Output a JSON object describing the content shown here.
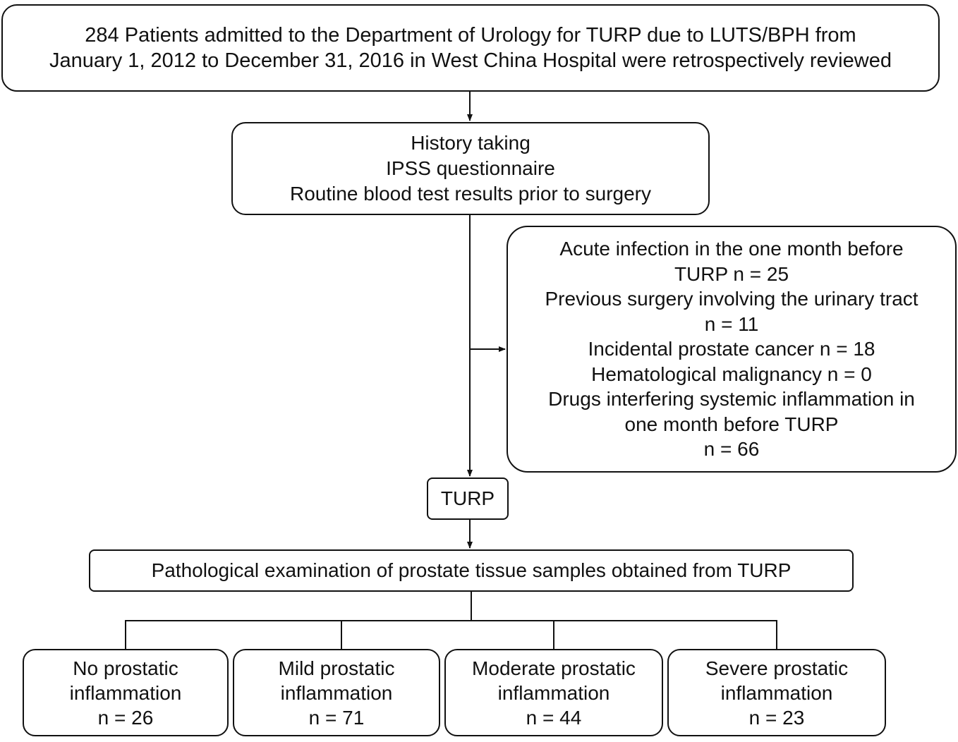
{
  "top_box": {
    "lines": [
      "284 Patients admitted to the Department of Urology for TURP due to LUTS/BPH from",
      "January 1, 2012 to December 31, 2016 in West China Hospital were retrospectively reviewed"
    ]
  },
  "screening_box": {
    "lines": [
      "History taking",
      "IPSS questionnaire",
      "Routine blood test results prior to surgery"
    ]
  },
  "exclusion_box": {
    "lines": [
      "Acute infection in the one month before",
      "TURP  n = 25",
      "Previous surgery involving the urinary tract",
      "n = 11",
      "Incidental prostate cancer n = 18",
      "Hematological malignancy n = 0",
      "Drugs interfering systemic inflammation in",
      "one month before TURP",
      "n = 66"
    ]
  },
  "turp_box": {
    "label": "TURP"
  },
  "pathology_box": {
    "label": "Pathological examination of prostate tissue samples obtained from TURP"
  },
  "groups": [
    {
      "line1": "No prostatic",
      "line2": "inflammation",
      "count": "n =  26"
    },
    {
      "line1": "Mild prostatic",
      "line2": "inflammation",
      "count": "n =  71"
    },
    {
      "line1": "Moderate prostatic",
      "line2": "inflammation",
      "count": "n =  44"
    },
    {
      "line1": "Severe prostatic",
      "line2": "inflammation",
      "count": "n =  23"
    }
  ],
  "colors": {
    "stroke": "#111111",
    "background": "#ffffff"
  }
}
